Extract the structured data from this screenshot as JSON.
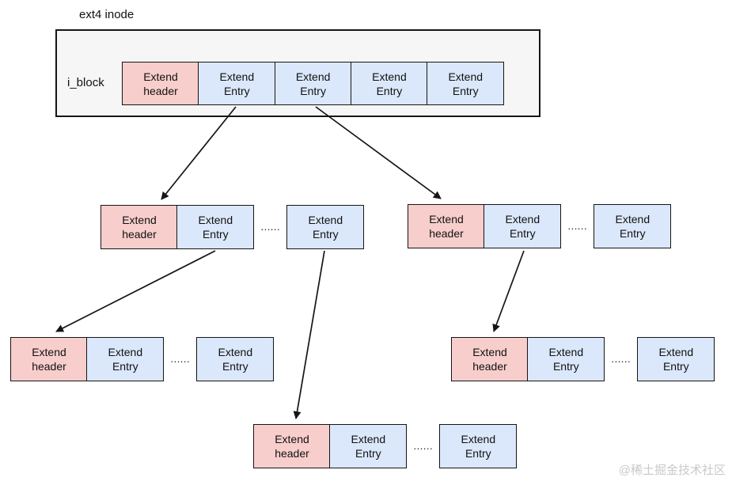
{
  "colors": {
    "header_fill": "#f8cecc",
    "entry_fill": "#dbe8fb",
    "inode_fill": "#f5f6f5",
    "border": "#151515",
    "arrow": "#151515",
    "watermark": "#c9c9c9"
  },
  "inode": {
    "title": "ext4 inode",
    "field_label": "i_block",
    "cells": [
      {
        "text": "Extend\nheader",
        "type": "header"
      },
      {
        "text": "Extend\nEntry",
        "type": "entry"
      },
      {
        "text": "Extend\nEntry",
        "type": "entry"
      },
      {
        "text": "Extend\nEntry",
        "type": "entry"
      },
      {
        "text": "Extend\nEntry",
        "type": "entry"
      }
    ]
  },
  "nodes": [
    {
      "id": "mid-left",
      "header": "Extend\nheader",
      "entry": "Extend\nEntry",
      "dots": "......",
      "extra_entry": "Extend\nEntry"
    },
    {
      "id": "mid-right",
      "header": "Extend\nheader",
      "entry": "Extend\nEntry",
      "dots": "......",
      "extra_entry": "Extend\nEntry"
    },
    {
      "id": "bot-left",
      "header": "Extend\nheader",
      "entry": "Extend\nEntry",
      "dots": "......",
      "extra_entry": "Extend\nEntry"
    },
    {
      "id": "bot-right",
      "header": "Extend\nheader",
      "entry": "Extend\nEntry",
      "dots": "......",
      "extra_entry": "Extend\nEntry"
    },
    {
      "id": "bot-center",
      "header": "Extend\nheader",
      "entry": "Extend\nEntry",
      "dots": "......",
      "extra_entry": "Extend\nEntry"
    }
  ],
  "watermark": "@稀土掘金技术社区"
}
